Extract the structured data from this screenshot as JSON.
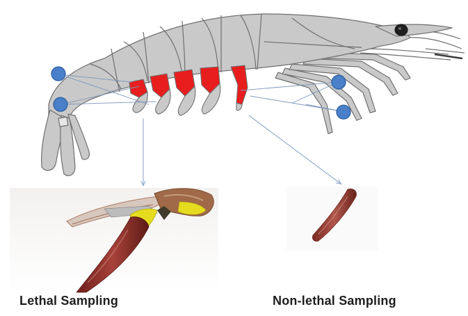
{
  "labels": {
    "lethal": "Lethal Sampling",
    "non_lethal": "Non-lethal Sampling"
  },
  "colors": {
    "body_fill": "#c9c9c9",
    "body_stroke": "#6f6f6f",
    "pleopod_highlight": "#e81e1e",
    "sampling_point": "#4a7fc9",
    "arrow": "#8fa8c8",
    "tissue_red": "#8a2f28",
    "tissue_yellow": "#e6dc1f"
  },
  "icons": {
    "shrimp": "shrimp-illustration",
    "eye": "shrimp-eye-icon",
    "photo_lethal": "dissected-pleopod-photo",
    "photo_non_lethal": "clipped-pleopod-photo"
  }
}
